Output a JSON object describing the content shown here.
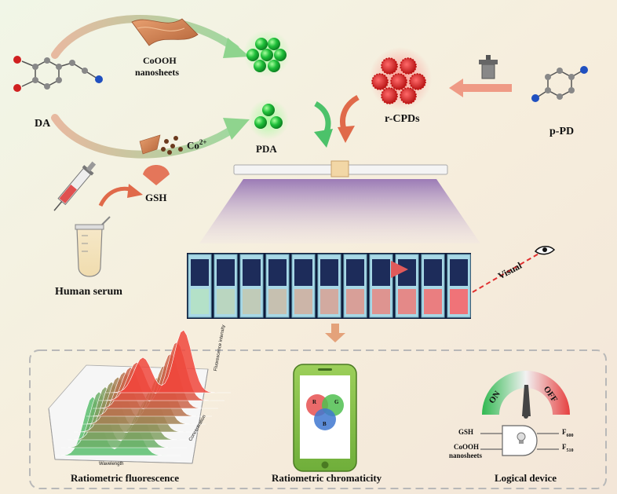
{
  "labels": {
    "cooh": "CoOOH",
    "nanosheets": "nanosheets",
    "da": "DA",
    "pda": "PDA",
    "co_ion": "Co",
    "co_sup": "2+",
    "gsh": "GSH",
    "rcpds": "r-CPDs",
    "ppd": "p-PD",
    "human_serum": "Human serum",
    "visual": "Visual"
  },
  "panels": {
    "ratiometric_fluorescence": "Ratiometric fluorescence",
    "ratiometric_chromaticity": "Ratiometric chromaticity",
    "logical_device": "Logical device"
  },
  "plot_text": {
    "x_axis": "Wavelength",
    "y_axis": "Fluorescence intensity",
    "z_axis": "Concentration"
  },
  "phone": {
    "r": "R",
    "g": "G",
    "b": "B"
  },
  "gauge": {
    "on": "ON",
    "off": "OFF"
  },
  "logic": {
    "input1": "GSH",
    "input2a": "CoOOH",
    "input2b": "nanosheets",
    "out1": "F",
    "out1_sub": "600",
    "out2": "F",
    "out2_sub": "510"
  },
  "colors": {
    "green_dot": "#1fbf3a",
    "red_dot": "#e02020",
    "arrow_green": "#4cc26a",
    "arrow_red": "#e06a4a"
  }
}
